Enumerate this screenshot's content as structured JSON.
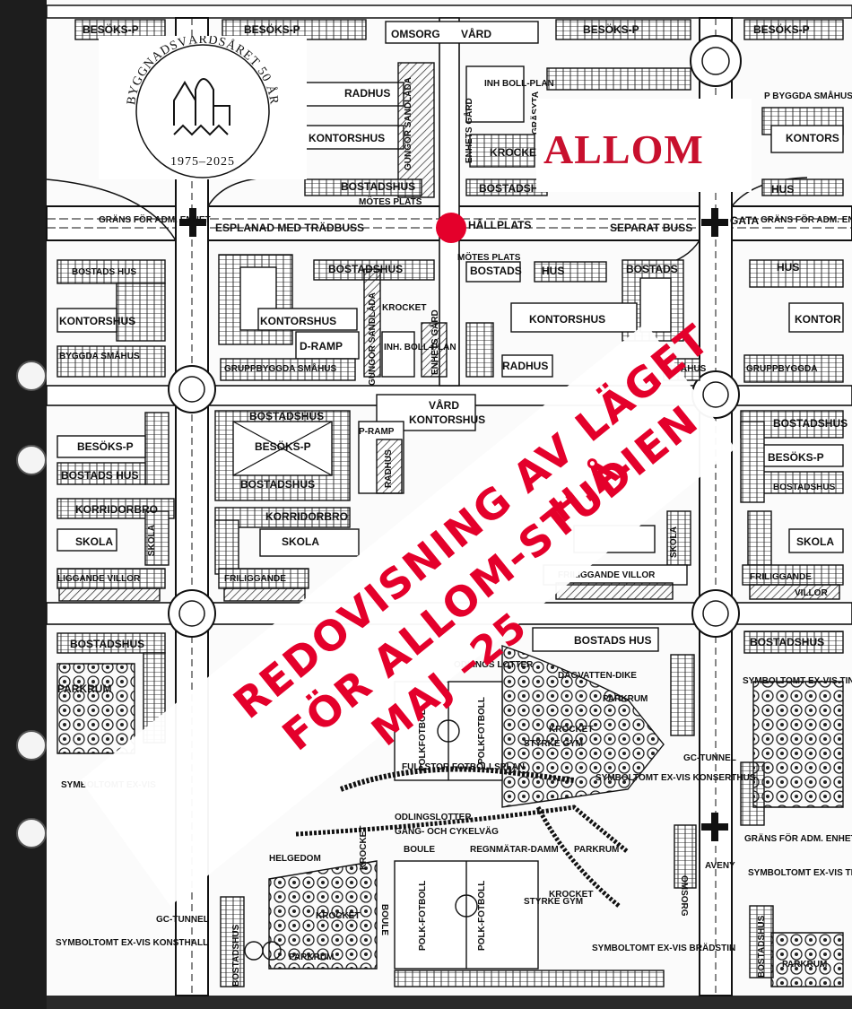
{
  "title": {
    "text": "ALLOM",
    "color": "#c8102e"
  },
  "stamp": {
    "arc_text": "BYGGNADSVÅRDSÅRET 50 ÅR",
    "years": "1975–2025"
  },
  "annotation": {
    "lines": [
      "REDOVISNING AV LÄGET",
      "FÖR ALLOM-STUDIEN",
      "MAJ –25",
      "H.Å."
    ],
    "color": "#e4002b"
  },
  "marker": {
    "color": "#e4002b"
  },
  "map_labels": {
    "besoks_p_tl": "BESÖKS-P",
    "besoks_p_t2": "BESÖKS-P",
    "omsorg_top": "OMSORG",
    "vard_top": "VÅRD",
    "besoks_p_t3": "BESÖKS-P",
    "besoks_p_tr": "BESÖKS-P",
    "radhus_1": "RADHUS",
    "inh_boll_plan_1": "INH BOLL-PLAN",
    "enhetsgard": "ENHETS GÅRD",
    "grasyta": "GRÄSYTA",
    "ungdomsgard_1": "GUNGOR SANDLÅDA",
    "kontorshus_tl": "KONTORSHUS",
    "krocket_1": "KROCKET",
    "p_byggda_smahus": "P BYGGDA SMÅHUS",
    "kontorshus_tr": "KONTORS",
    "bostadshus_t1": "BOSTADSHUS",
    "bostadshus_t2": "BOSTADSHUS",
    "motes_plats_1": "MÖTES PLATS",
    "hus_tr": "HUS",
    "grans_adm_l": "GRÄNS FÖR ADM. ENHET",
    "esplanad": "ESPLANAD MED TRÄDBUSS",
    "hallplats": "HÅLLPLATS",
    "separat_buss": "SEPARAT BUSS",
    "gata": "GATA",
    "grans_adm_r": "GRÄNS FÖR ADM. ENHET",
    "motes_plats_2": "MÖTES PLATS",
    "bostads_hus_l": "BOSTADS HUS",
    "bostadshus_m1": "BOSTADSHUS",
    "bostads_m2": "BOSTADS",
    "hus_m": "HUS",
    "bostads_r": "BOSTADS",
    "hus_rr": "HUS",
    "kontorshus_l": "KONTORSHUS",
    "kontorshus_m": "KONTORSHUS",
    "krocket_2": "KROCKET",
    "kontorshus_m2": "KONTORSHUS",
    "kontorshus_r": "KONTOR",
    "d_ramp": "D-RAMP",
    "ungdomsgard_2": "GUNGOR SANDLÅDA",
    "inh_boll_plan_2": "INH. BOLL-PLAN",
    "enhets_gard_2": "ENHETS GÅRD",
    "radhus_m": "RADHUS",
    "byggda_smahus_l": "BYGGDA SMÅHUS",
    "gruppbyggda_smahus_m": "GRUPPBYGGDA SMÅHUS",
    "gruppbyggda_r": "GRUPPBYGGDA",
    "smahus_r": "SMÅHUS",
    "vard_m": "VÅRD",
    "kontorshus_mid": "KONTORSHUS",
    "bostadshus_c1": "BOSTADSHUS",
    "besoks_p_c": "BESÖKS-P",
    "bostadshus_c2": "BOSTADSHUS",
    "p_ramp": "P-RAMP",
    "radhus_c": "RADHUS",
    "bostadshus_rr1": "BOSTADSHUS",
    "besoks_p_rr": "BESÖKS-P",
    "bostadshus_rr2": "BOSTADSHUS",
    "besoks_p_l": "BESÖKS-P",
    "bostads_hus_l2": "BOSTADS HUS",
    "korridorbro_l": "KORRIDORBRO",
    "korridorbro_c": "KORRIDORBRO",
    "skola_l": "SKOLA",
    "skola_c": "SKOLA",
    "skola_c2": "SKOLA",
    "skola_r": "SKOLA",
    "skola_rr": "SKOLA",
    "villor_l": "LIGGANDE VILLOR",
    "friliggande_c": "FRILIGGANDE",
    "friliggande_villor_r": "FRILIGGANDE VILLOR",
    "friliggande_rr": "FRILIGGANDE",
    "villor_rr": "VILLOR",
    "bostadshus_l3": "BOSTADSHUS",
    "bostads_hus_c3": "BOSTADS HUS",
    "bostadshus_rr3": "BOSTADSHUS",
    "parkrum_l": "PARKRUM",
    "odlings_lotter_1": "ODLINGS LOTTER",
    "dagvatten": "DAGVATTEN-DIKE",
    "parkrum_m": "PARKRUM",
    "symboltomt_tings": "SYMBOLTOMT EX-VIS TINGS-HUS",
    "polkfotboll_1": "POLKFOTBOLL",
    "polkfotboll_2": "POLKFOTBOLL",
    "krocket_3": "KROCKET",
    "styrke_gym": "STYRKE GYM",
    "fullstor": "FULLSTOR FOTBOLLSPLAN",
    "gc_tunnel_r": "GC-TUNNEL",
    "symboltomt_l": "SYMBOLTOMT EX-VIS",
    "symboltomt_konserthus": "SYMBOLTOMT EX-VIS KONSERTHUS",
    "odlingslotter_2": "ODLINGSLOTTER",
    "gang_cykel": "GÅNG- OCH CYKELVÄG",
    "boule_1": "BOULE",
    "regnmatar": "REGNMÄTAR-DAMM",
    "parkrum_c": "PARKRUM",
    "omsorg_b": "OMSORG",
    "aveny": "AVENY",
    "grans_adm_b": "GRÄNS FÖR ADM. ENHET",
    "symboltomt_teater": "SYMBOLTOMT EX-VIS TEATER",
    "helgedom": "HELGEDOM",
    "krocket_4": "KROCKET",
    "krocket_5": "KROCKET",
    "boule_2": "BOULE",
    "polk_fotboll_3": "POLK-FOTBOLL",
    "polk_fotboll_4": "POLK-FOTBOLL",
    "styrke_gym_2": "STYRKE GYM",
    "krocket_6": "KROCKET",
    "gc_tunnel_l": "GC-TUNNEL",
    "bostadshus_b": "BOSTADSHUS",
    "symboltomt_konsthall": "SYMBOLTOMT EX-VIS KONSTHALL",
    "parkrum_b": "PARKRUM",
    "symboltomt_bradstin": "SYMBOLTOMT EX-VIS BRÄDSTIN",
    "bostadshus_b2": "BOSTADSHUS",
    "parkrum_br": "PARKRUM"
  }
}
